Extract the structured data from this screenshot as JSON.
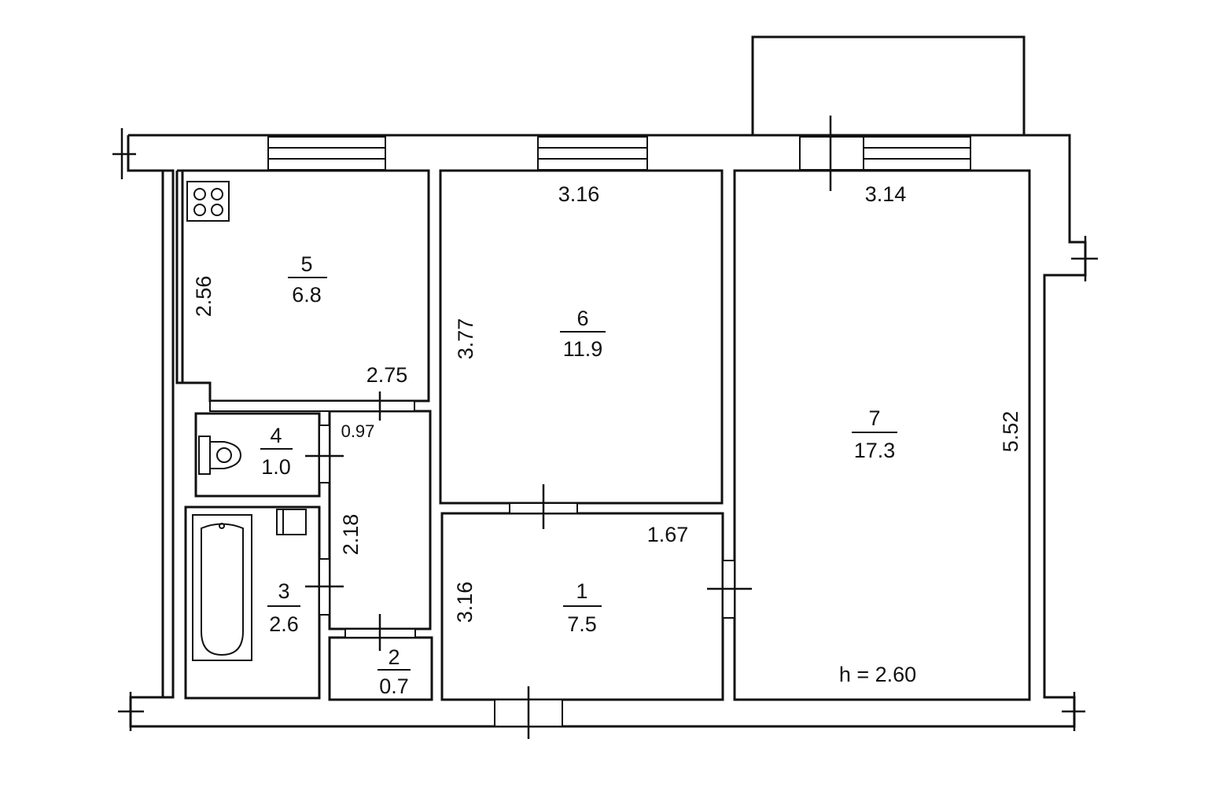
{
  "rooms": [
    {
      "id": "1",
      "area": "7.5"
    },
    {
      "id": "2",
      "area": "0.7"
    },
    {
      "id": "3",
      "area": "2.6"
    },
    {
      "id": "4",
      "area": "1.0"
    },
    {
      "id": "5",
      "area": "6.8"
    },
    {
      "id": "6",
      "area": "11.9"
    },
    {
      "id": "7",
      "area": "17.3"
    }
  ],
  "dimensions": {
    "room5_height": "2.56",
    "room5_width": "2.75",
    "room6_width": "3.16",
    "room6_height": "3.77",
    "room7_width": "3.14",
    "room7_height": "5.52",
    "room1_width": "1.67",
    "room1_height": "3.16",
    "corridor_width": "0.97",
    "corridor_height": "2.18"
  },
  "ceiling_height": "h = 2.60",
  "icons": [
    "stove-icon",
    "toilet-icon",
    "bathtub-icon",
    "sink-icon"
  ]
}
